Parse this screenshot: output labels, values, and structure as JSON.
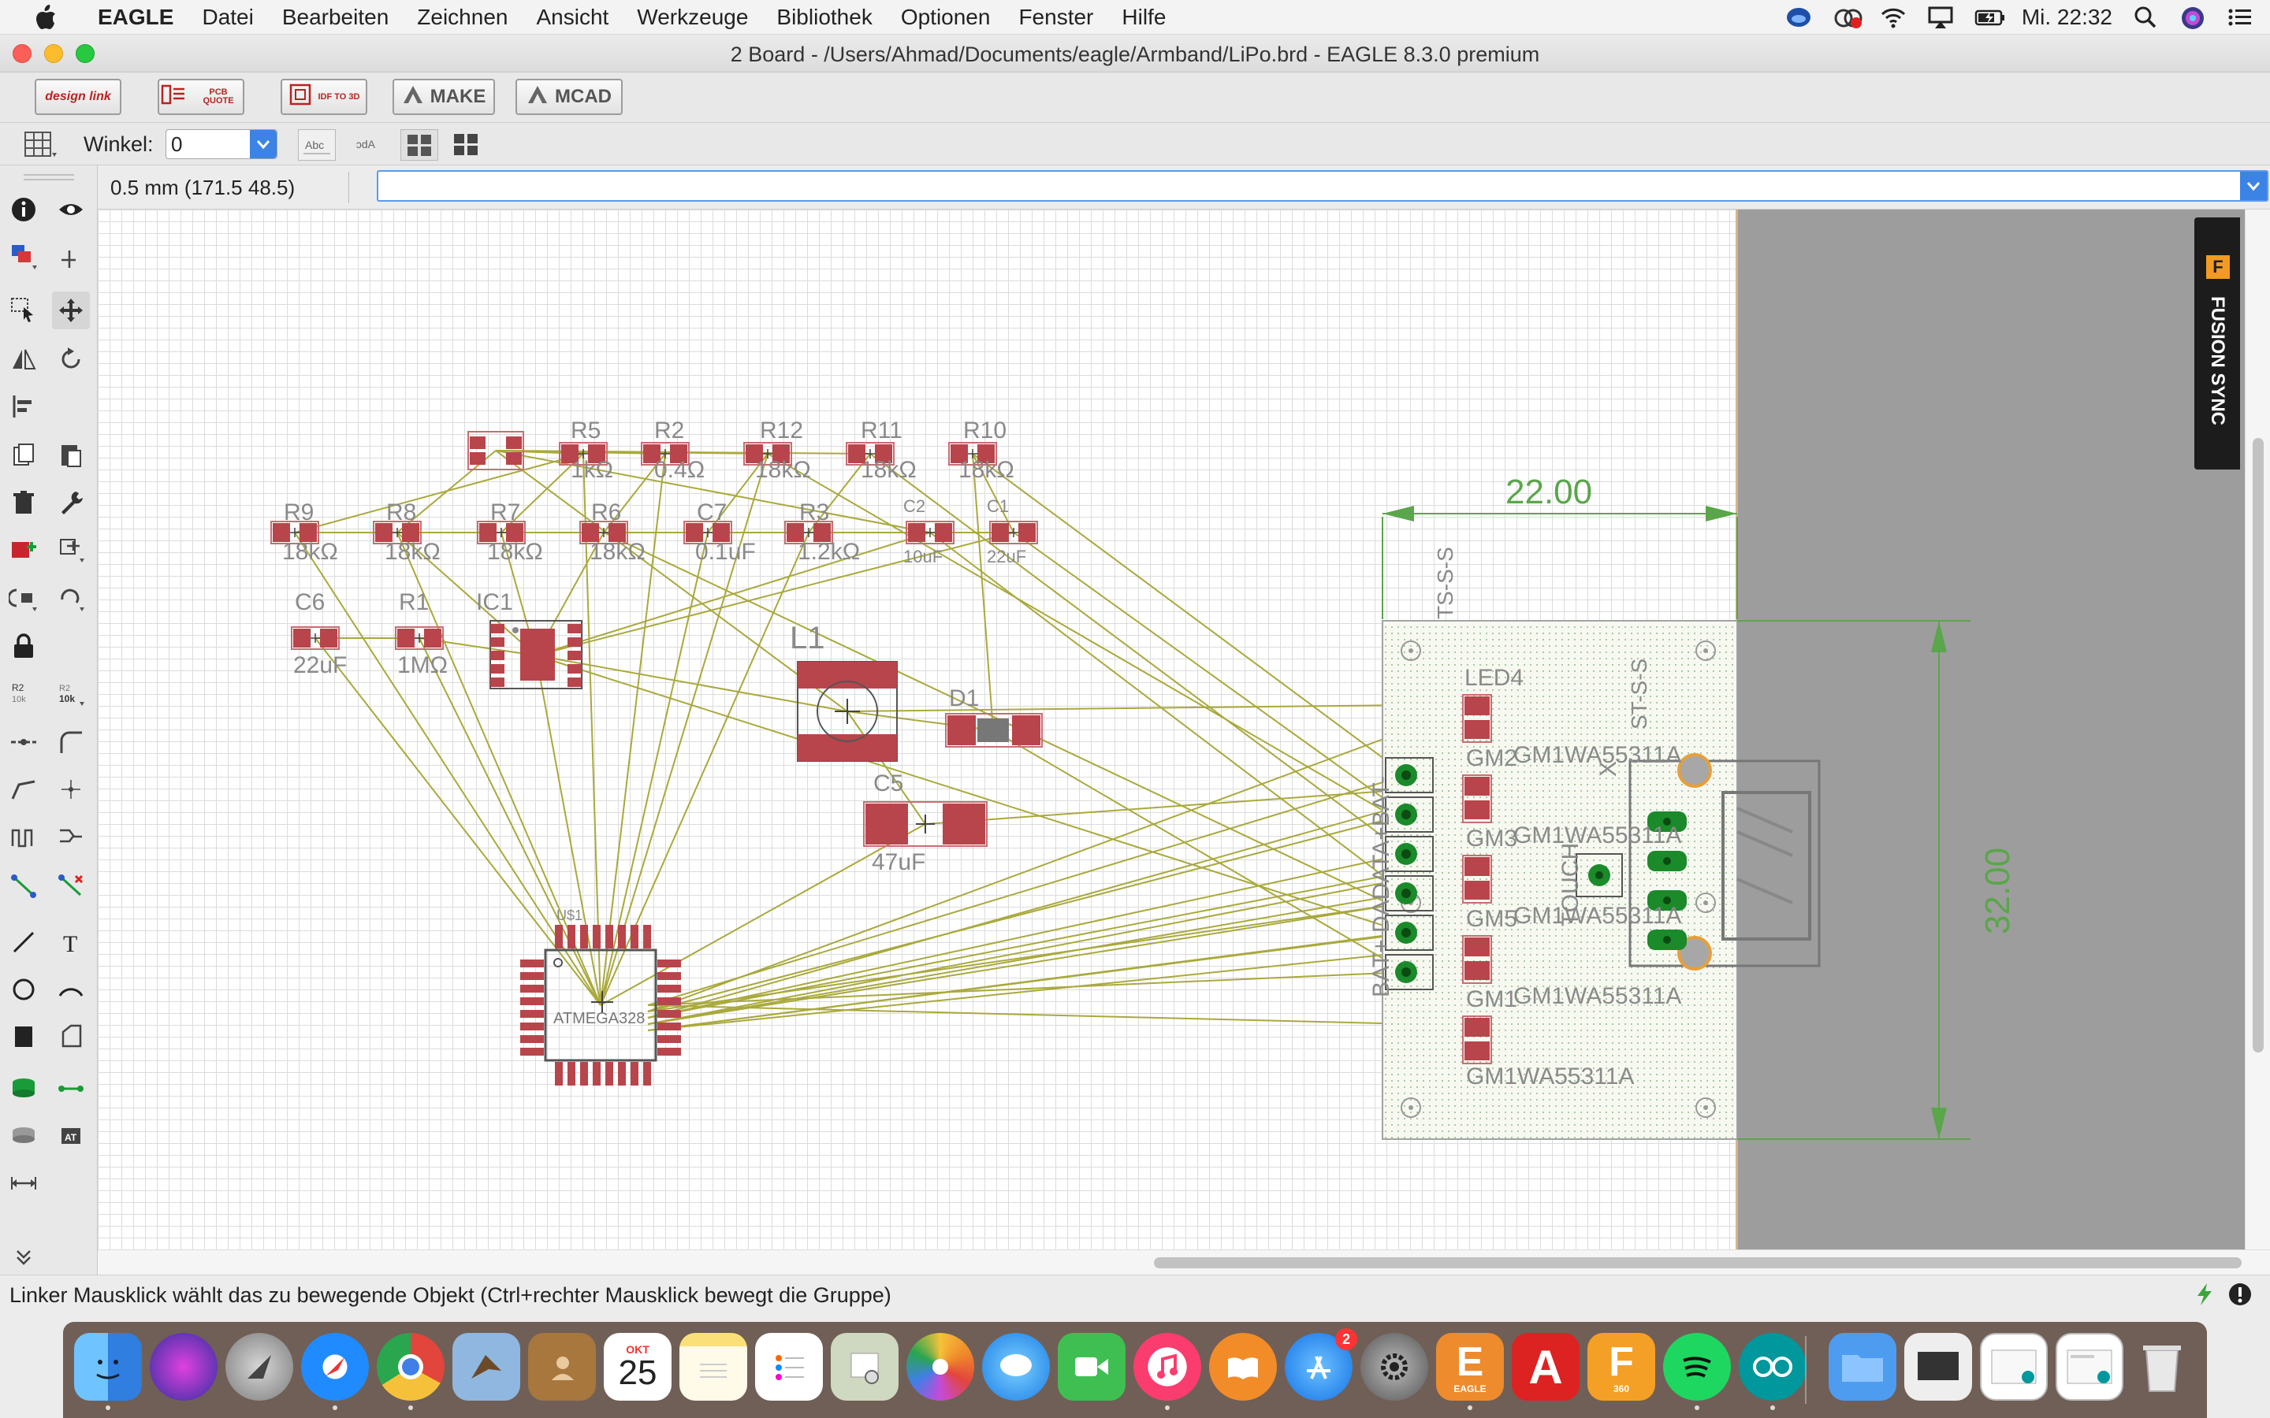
{
  "menubar": {
    "app": "EAGLE",
    "items": [
      "Datei",
      "Bearbeiten",
      "Zeichnen",
      "Ansicht",
      "Werkzeuge",
      "Bibliothek",
      "Optionen",
      "Fenster",
      "Hilfe"
    ],
    "clock": "Mi. 22:32"
  },
  "window": {
    "title": "2 Board - /Users/Ahmad/Documents/eagle/Armband/LiPo.brd - EAGLE 8.3.0 premium"
  },
  "toolbar1": {
    "designlink": "design link",
    "pcb_quote": "PCB QUOTE",
    "idf": "IDF TO 3D",
    "make": "MAKE",
    "mcad": "MCAD"
  },
  "toolbar2": {
    "angle_label": "Winkel:",
    "angle_value": "0"
  },
  "coord": {
    "readout": "0.5 mm (171.5 48.5)"
  },
  "command": {
    "value": ""
  },
  "board": {
    "dim_width": "22.00",
    "dim_height": "32.00",
    "parts": [
      {
        "name": "R5",
        "value": "1kΩ"
      },
      {
        "name": "R2",
        "value": "0.4Ω"
      },
      {
        "name": "R12",
        "value": "18kΩ"
      },
      {
        "name": "R11",
        "value": "18kΩ"
      },
      {
        "name": "R10",
        "value": "18kΩ"
      },
      {
        "name": "R9",
        "value": "18kΩ"
      },
      {
        "name": "R8",
        "value": "18kΩ"
      },
      {
        "name": "R7",
        "value": "18kΩ"
      },
      {
        "name": "R6",
        "value": "18kΩ"
      },
      {
        "name": "C7",
        "value": "0.1uF"
      },
      {
        "name": "R3",
        "value": "1.2kΩ"
      },
      {
        "name": "C2",
        "value": "10uF"
      },
      {
        "name": "C1",
        "value": "22uF"
      },
      {
        "name": "C6",
        "value": "22uF"
      },
      {
        "name": "R1",
        "value": "1MΩ"
      },
      {
        "name": "IC1",
        "value": ""
      },
      {
        "name": "L1",
        "value": ""
      },
      {
        "name": "D1",
        "value": ""
      },
      {
        "name": "C5",
        "value": "47uF"
      },
      {
        "name": "U$1",
        "value": "ATMEGA328"
      }
    ],
    "board_labels": {
      "led4": "LED4",
      "gm_labels": [
        "GM1WA55311A",
        "GM1WA55311A",
        "GM1WA55311A",
        "GM1WA55311A",
        "GM1WA55311A"
      ],
      "gm_prefixes": [
        "GM2",
        "GM3",
        "GM5",
        "GM1"
      ],
      "connector": "BAT+ DADATA+BAT-",
      "touch": "TOUCH",
      "x": "X",
      "ts": "TS-S-S",
      "ts2": "ST-S-S"
    }
  },
  "fusion_sync": "FUSION SYNC",
  "status": {
    "text": "Linker Mausklick wählt das zu bewegende Objekt (Ctrl+rechter Mausklick bewegt die Gruppe)"
  },
  "dock": {
    "calendar_month": "OKT",
    "calendar_day": "25",
    "appstore_badge": "2",
    "eagle_label": "EAGLE",
    "fusion_label": "360"
  },
  "colors": {
    "pad": "#b8454b",
    "airwire": "#a9a93c",
    "dimension": "#5aa64a",
    "accent": "#3c83e6"
  }
}
